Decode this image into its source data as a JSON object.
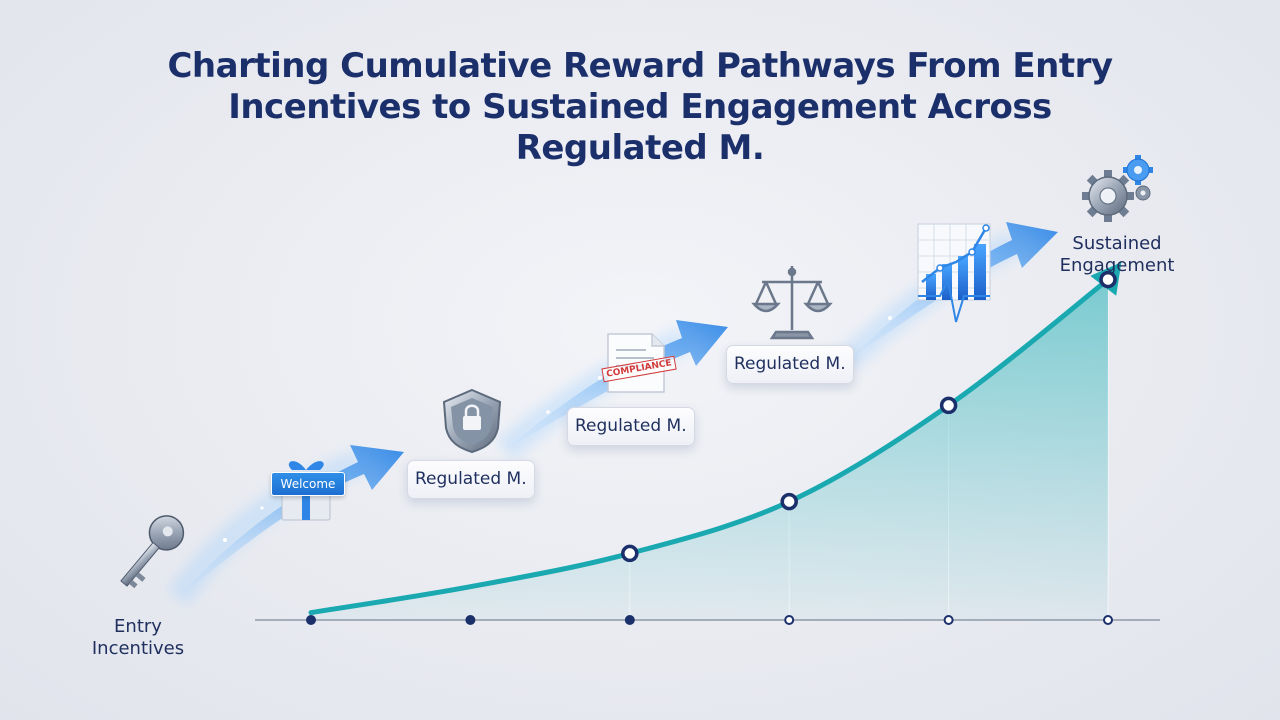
{
  "title": "Charting Cumulative Reward Pathways From Entry Incentives to Sustained Engagement Across Regulated M.",
  "start_label": "Entry Incentives",
  "end_label": "Sustained Engagement",
  "welcome_tag": "Welcome",
  "stamp_text": "COMPLIANCE",
  "stages": [
    {
      "label": "Regulated M.",
      "icon": "shield-lock-icon"
    },
    {
      "label": "Regulated M.",
      "icon": "document-icon"
    },
    {
      "label": "Regulated M.",
      "icon": "scales-icon"
    }
  ],
  "icons": {
    "start": "key-icon",
    "welcome": "gift-icon",
    "growth": "growth-chart-icon",
    "end": "gears-icon"
  },
  "colors": {
    "title": "#1b2f6b",
    "curve": "#1aa9b0",
    "arrow": "#2f86e6",
    "markers": "#1b2f6b"
  },
  "chart_data": {
    "type": "area",
    "x": [
      1,
      2,
      3,
      4,
      5,
      6
    ],
    "values": [
      0.2,
      0.9,
      1.8,
      3.2,
      5.8,
      9.2
    ],
    "ylim": [
      0,
      10
    ],
    "marked_points": [
      2,
      3,
      4,
      5
    ],
    "xlabel": "",
    "ylabel": "",
    "grid": false
  }
}
